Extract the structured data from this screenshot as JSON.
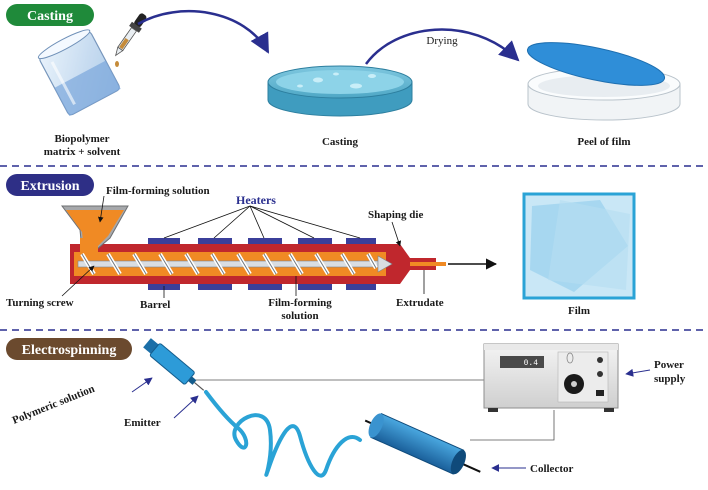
{
  "sections": {
    "casting": {
      "title": "Casting",
      "color": "#1f8a3a",
      "labels": {
        "biopolymer_line1": "Biopolymer",
        "biopolymer_line2": "matrix + solvent",
        "casting": "Casting",
        "peel": "Peel of film",
        "drying": "Drying"
      }
    },
    "extrusion": {
      "title": "Extrusion",
      "color": "#2e2f86",
      "labels": {
        "film_forming_top": "Film-forming solution",
        "heaters": "Heaters",
        "shaping_die": "Shaping die",
        "turning_screw": "Turning screw",
        "barrel": "Barrel",
        "film_forming_bottom_line1": "Film-forming",
        "film_forming_bottom_line2": "solution",
        "extrudate": "Extrudate",
        "film": "Film"
      }
    },
    "electrospinning": {
      "title": "Electrospinning",
      "color": "#6b4a2e",
      "labels": {
        "polymeric_solution": "Polymeric solution",
        "emitter": "Emitter",
        "power_line1": "Power",
        "power_line2": "supply",
        "collector": "Collector",
        "display_value": "0.4"
      }
    }
  },
  "colors": {
    "divider": "#2a2f8f",
    "arrow": "#2a2f8f",
    "barrel": "#c0272d",
    "heater": "#3b3f9a",
    "material": "#f08a24",
    "water": "#8fd0e8",
    "film": "#9fd3ef",
    "fiber": "#2aa3d6"
  }
}
